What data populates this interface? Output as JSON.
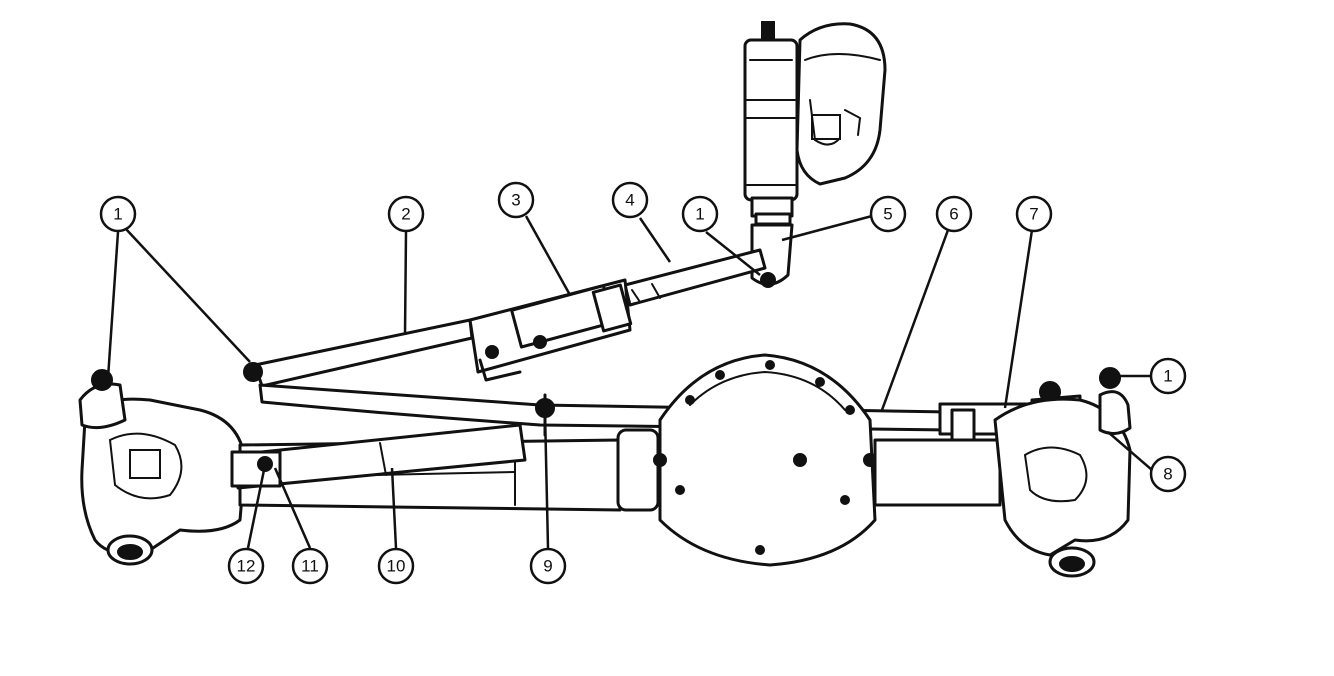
{
  "callouts": [
    {
      "id": "c1a",
      "label": "1"
    },
    {
      "id": "c2",
      "label": "2"
    },
    {
      "id": "c3",
      "label": "3"
    },
    {
      "id": "c4",
      "label": "4"
    },
    {
      "id": "c1b",
      "label": "1"
    },
    {
      "id": "c5",
      "label": "5"
    },
    {
      "id": "c6",
      "label": "6"
    },
    {
      "id": "c7",
      "label": "7"
    },
    {
      "id": "c1c",
      "label": "1"
    },
    {
      "id": "c8",
      "label": "8"
    },
    {
      "id": "c9",
      "label": "9"
    },
    {
      "id": "c10",
      "label": "10"
    },
    {
      "id": "c11",
      "label": "11"
    },
    {
      "id": "c12",
      "label": "12"
    }
  ]
}
